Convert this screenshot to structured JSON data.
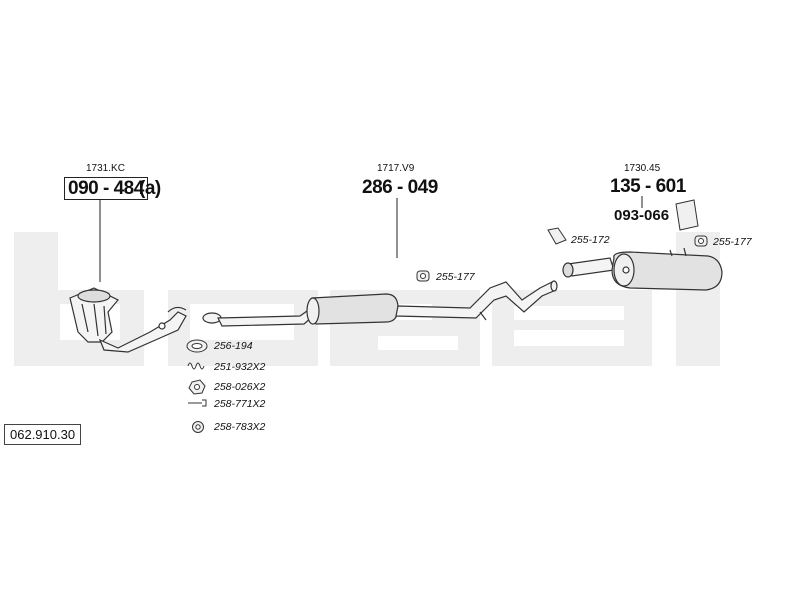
{
  "diagram": {
    "watermark": "bosal",
    "document_number": "062.910.30",
    "components": [
      {
        "ref": "1731.KC",
        "part": "090 - 484",
        "suffix": "(a)"
      },
      {
        "ref": "1717.V9",
        "part": "286 - 049"
      },
      {
        "ref": "1730.45",
        "part": "135 - 601",
        "sub_part": "093-066"
      }
    ],
    "hardware": {
      "h1": "256-194",
      "h2": "251-932X2",
      "h3": "258-026X2",
      "h4": "258-771X2",
      "h5": "258-783X2",
      "mount_mid": "255-177",
      "bracket": "255-172",
      "mount_rear": "255-177"
    }
  }
}
